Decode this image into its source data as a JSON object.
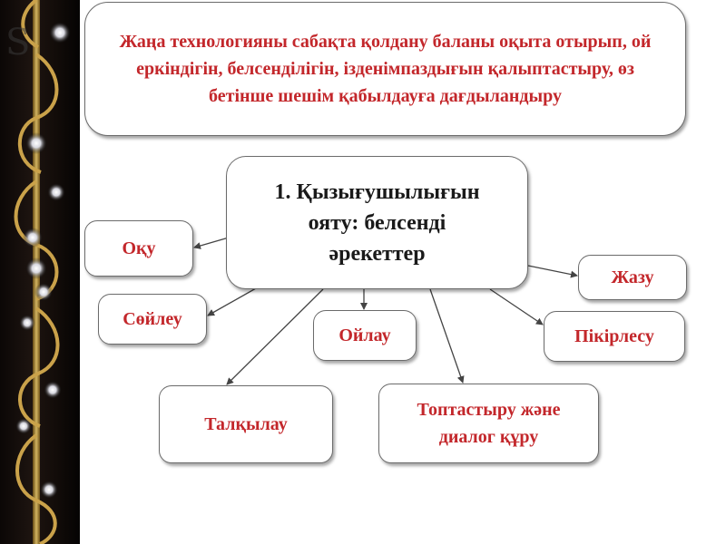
{
  "header": {
    "text": "Жаңа технологияны сабақта қолдану баланы оқыта отырып, ой еркіндігін, белсенділігін, ізденімпаздығын қалыптастыру, өз бетінше шешім қабылдауға дағдыландыру"
  },
  "center": {
    "text": "1. Қызығушылығын\nояту: белсенді\nәрекеттер"
  },
  "nodes": {
    "oqu": "Оқу",
    "soileu": "Сөйлеу",
    "oilau": "Ойлау",
    "zhazu": "Жазу",
    "pikirlesu": "Пікірлесу",
    "talqylau": "Талқылау",
    "toptastyru": "Топтастыру және диалог құру"
  },
  "colors": {
    "red_text": "#c3272b",
    "dark_text": "#1a1a1a",
    "gold": "#c9a54a"
  }
}
